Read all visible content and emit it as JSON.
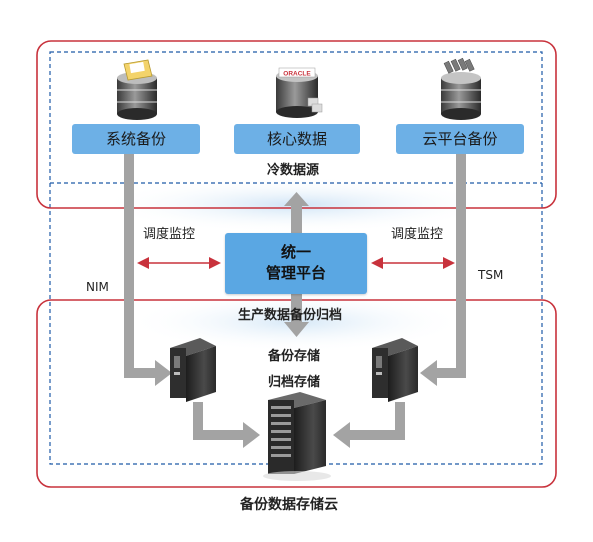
{
  "sources": [
    {
      "label": "系统备份",
      "icon": "database-folder-icon"
    },
    {
      "label": "核心数据",
      "icon": "oracle-database-icon"
    },
    {
      "label": "云平台备份",
      "icon": "cloud-database-icon"
    }
  ],
  "cold_data_label": "冷数据源",
  "center": {
    "line1": "统一",
    "line2": "管理平台"
  },
  "monitor_left": "调度监控",
  "monitor_right": "调度监控",
  "nim_label": "NIM",
  "tsm_label": "TSM",
  "archive_label": "生产数据备份归档",
  "backup_storage": "备份存储",
  "archive_storage": "归档存储",
  "cloud_label": "备份数据存储云",
  "colors": {
    "red_frame": "#c8323c",
    "dash_blue": "#1f5aa8",
    "button_blue": "#6db0e6",
    "arrow_gray": "#9a9a9a"
  }
}
